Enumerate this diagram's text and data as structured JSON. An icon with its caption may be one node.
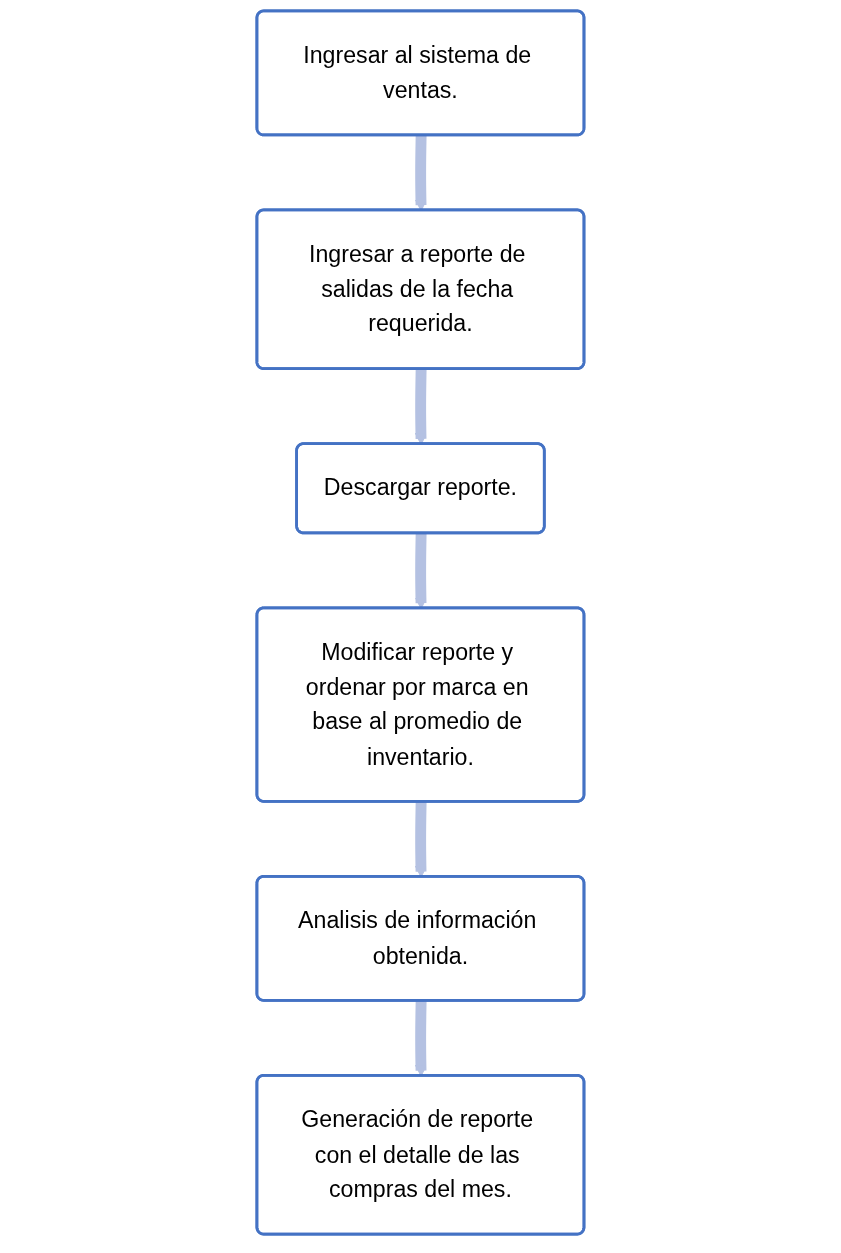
{
  "diagram": {
    "nodes": [
      {
        "text": [
          "Ingresar al sistema de ventas."
        ]
      },
      {
        "text": [
          "Ingresar a reporte de salidas de la fecha requerida."
        ]
      },
      {
        "text": [
          "Descargar reporte."
        ]
      },
      {
        "text": [
          "Modificar reporte y ordenar por marca en base al promedio de inventario."
        ]
      },
      {
        "text": [
          "Analisis de información obtenida."
        ]
      },
      {
        "text": [
          "Generación de reporte con el detalle de las compras del mes."
        ]
      }
    ],
    "edges": [
      {
        "from": 0,
        "to": 1,
        "arrow": "to"
      },
      {
        "from": 1,
        "to": 2,
        "arrow": "to"
      },
      {
        "from": 2,
        "to": 3,
        "arrow": "to"
      },
      {
        "from": 3,
        "to": 4,
        "arrow": "to"
      },
      {
        "from": 4,
        "to": 5,
        "arrow": "to"
      }
    ]
  }
}
